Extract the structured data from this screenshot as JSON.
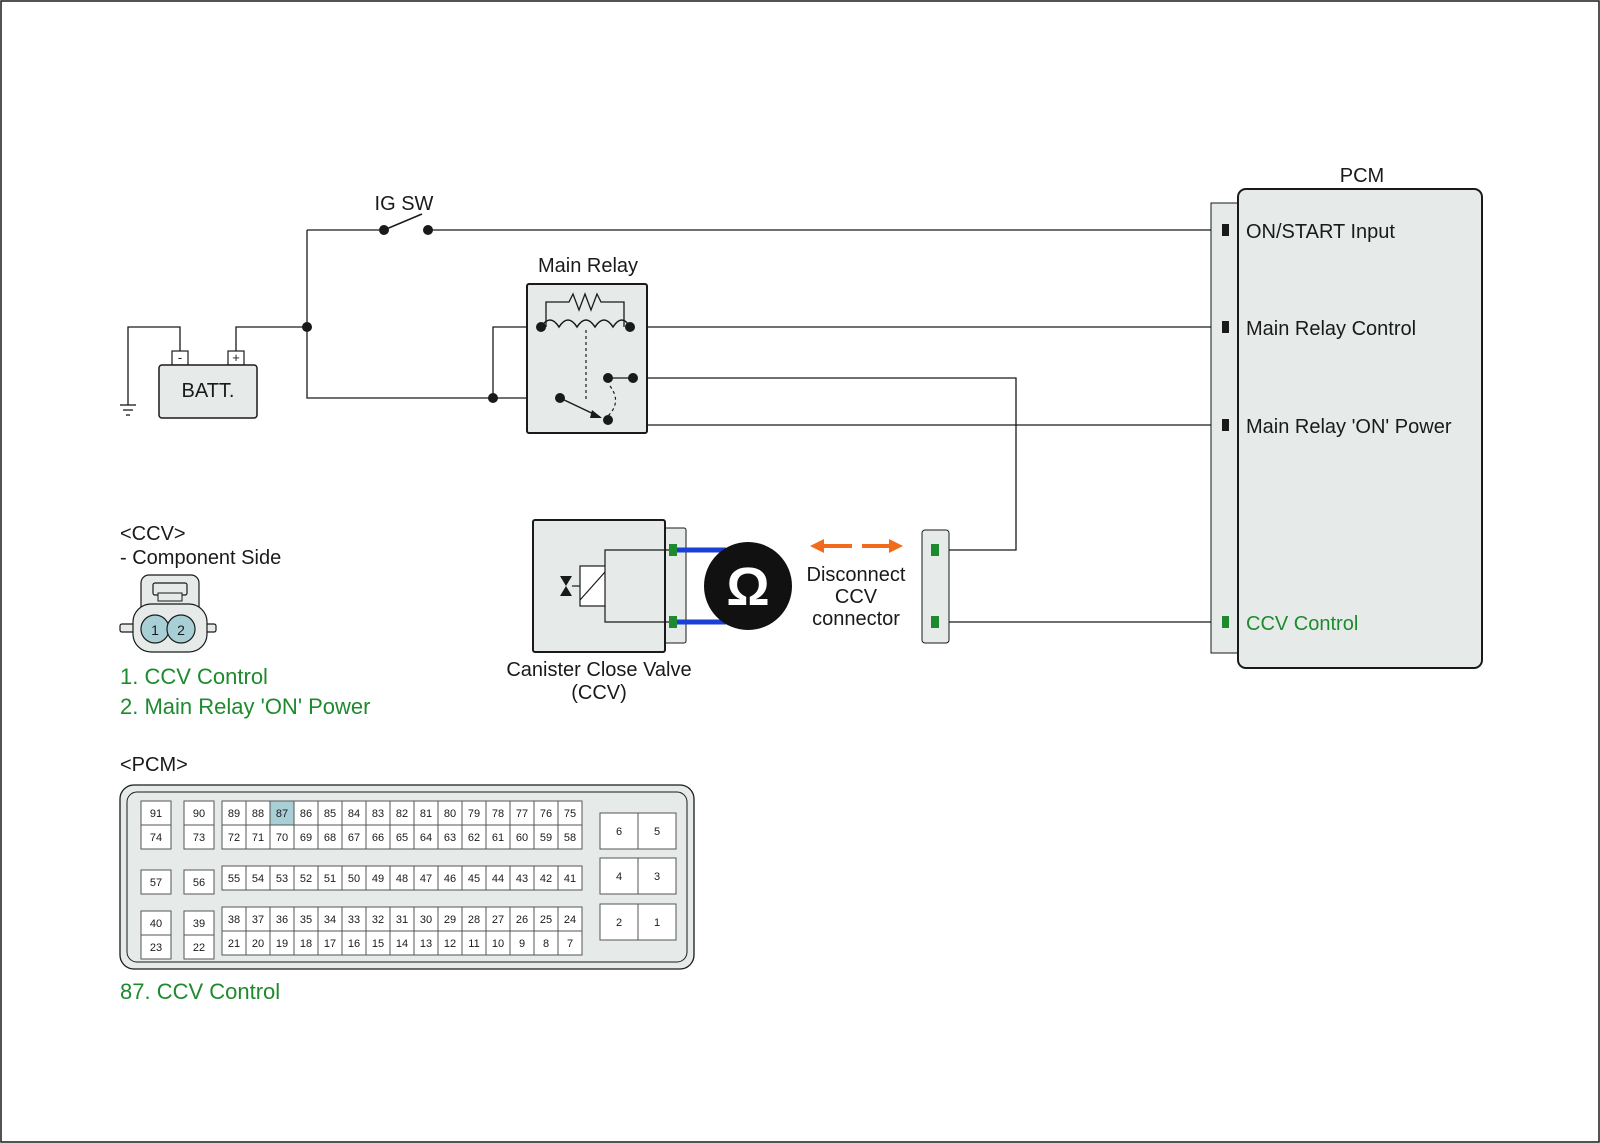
{
  "labels": {
    "ig_sw": "IG SW",
    "batt": "BATT.",
    "batt_minus": "-",
    "batt_plus": "+",
    "main_relay": "Main Relay",
    "pcm": "PCM",
    "on_start_input": "ON/START Input",
    "main_relay_control": "Main Relay Control",
    "main_relay_on_power": "Main Relay 'ON' Power",
    "ccv_control": "CCV Control",
    "ccv_name_line1": "Canister Close Valve",
    "ccv_name_line2": "(CCV)",
    "disconnect_line1": "Disconnect",
    "disconnect_line2": "CCV",
    "disconnect_line3": "connector",
    "ohm_symbol": "Ω"
  },
  "ccv_connector": {
    "title": "<CCV>",
    "subtitle": "- Component Side",
    "pins": [
      "1",
      "2"
    ],
    "legend": [
      "1. CCV Control",
      "2. Main Relay 'ON' Power"
    ]
  },
  "pcm_connector": {
    "title": "<PCM>",
    "left_singles": [
      [
        "91",
        "74"
      ],
      [
        "90",
        "73"
      ],
      [
        "57"
      ],
      [
        "56"
      ],
      [
        "40",
        "23"
      ],
      [
        "39",
        "22"
      ]
    ],
    "row1": [
      "89",
      "88",
      "87",
      "86",
      "85",
      "84",
      "83",
      "82",
      "81",
      "80",
      "79",
      "78",
      "77",
      "76",
      "75"
    ],
    "row2": [
      "72",
      "71",
      "70",
      "69",
      "68",
      "67",
      "66",
      "65",
      "64",
      "63",
      "62",
      "61",
      "60",
      "59",
      "58"
    ],
    "row3": [
      "55",
      "54",
      "53",
      "52",
      "51",
      "50",
      "49",
      "48",
      "47",
      "46",
      "45",
      "44",
      "43",
      "42",
      "41"
    ],
    "row4": [
      "38",
      "37",
      "36",
      "35",
      "34",
      "33",
      "32",
      "31",
      "30",
      "29",
      "28",
      "27",
      "26",
      "25",
      "24"
    ],
    "row5": [
      "21",
      "20",
      "19",
      "18",
      "17",
      "16",
      "15",
      "14",
      "13",
      "12",
      "11",
      "10",
      "9",
      "8",
      "7"
    ],
    "right_pairs": [
      [
        "6",
        "5"
      ],
      [
        "4",
        "3"
      ],
      [
        "2",
        "1"
      ]
    ],
    "highlight": "87",
    "legend": "87. CCV Control"
  },
  "colors": {
    "green_text": "#1e8a2e",
    "meter_lead": "#1a3fd6",
    "arrow": "#f26a1b",
    "pin_highlight": "#a9cfd6"
  }
}
